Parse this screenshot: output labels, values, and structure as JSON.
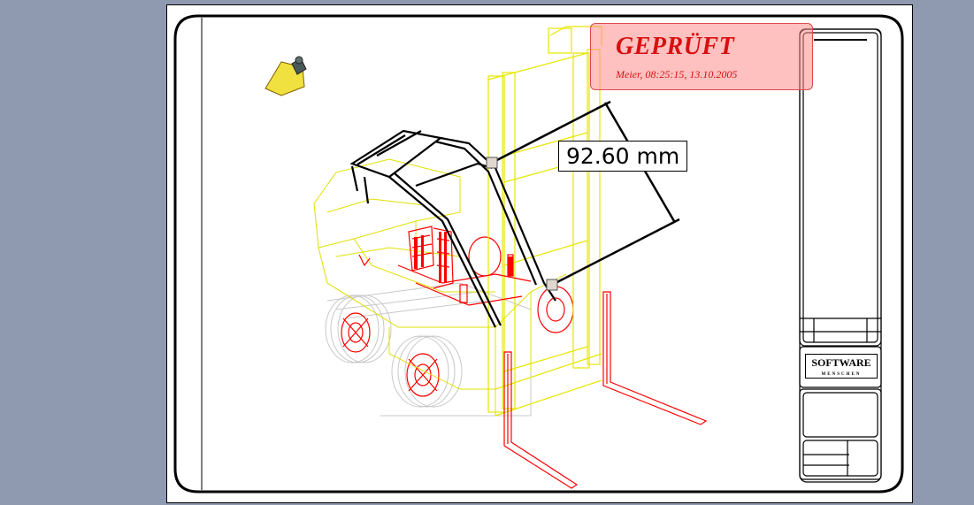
{
  "stamp": {
    "title": "GEPRÜFT",
    "subtitle": "Meier, 08:25:15, 13.10.2005"
  },
  "dimension": {
    "value_text": "92.60 mm"
  },
  "title_block": {
    "company_logo": "SOFTWARE",
    "company_logo_sub": "MENSCHEN"
  },
  "colors": {
    "background": "#8f9ab1",
    "frame_yellow": "#ffff00",
    "red_parts": "#ff0000",
    "grey_parts": "#c0c0c0",
    "stamp_red": "#d81010"
  }
}
